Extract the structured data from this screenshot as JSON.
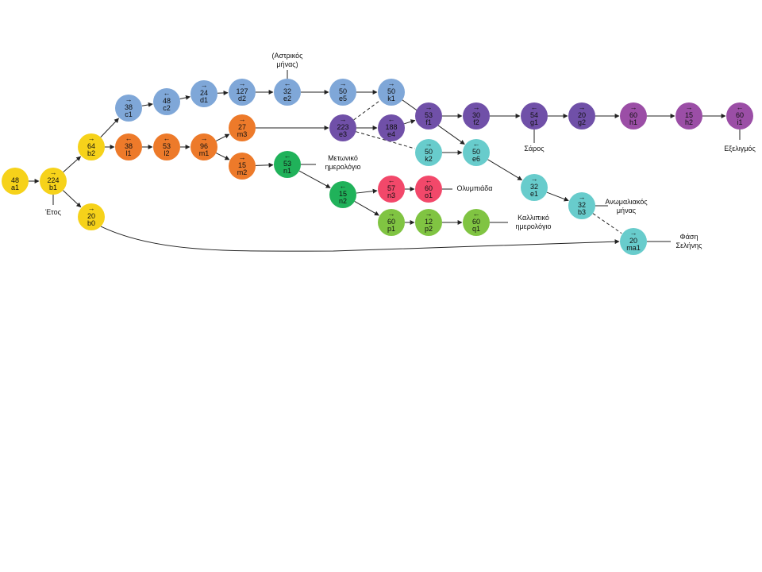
{
  "palette": {
    "yellow": "#F6D21A",
    "blue": "#7FA7D8",
    "orange": "#ED7A2A",
    "purple": "#7050A8",
    "teal": "#68CCCC",
    "green": "#20B25A",
    "red": "#F2486A",
    "lightgreen": "#80C442",
    "magenta": "#9B4EA6"
  },
  "nodes": [
    {
      "id": "a1",
      "value": "48",
      "label": "a1",
      "dir": "",
      "color": "yellow"
    },
    {
      "id": "b1",
      "value": "224",
      "label": "b1",
      "dir": "→",
      "color": "yellow"
    },
    {
      "id": "b2",
      "value": "64",
      "label": "b2",
      "dir": "→",
      "color": "yellow"
    },
    {
      "id": "b0",
      "value": "20",
      "label": "b0",
      "dir": "→",
      "color": "yellow"
    },
    {
      "id": "c1",
      "value": "38",
      "label": "c1",
      "dir": "→",
      "color": "blue"
    },
    {
      "id": "c2",
      "value": "48",
      "label": "c2",
      "dir": "←",
      "color": "blue"
    },
    {
      "id": "d1",
      "value": "24",
      "label": "d1",
      "dir": "→",
      "color": "blue"
    },
    {
      "id": "d2",
      "value": "127",
      "label": "d2",
      "dir": "→",
      "color": "blue"
    },
    {
      "id": "e2",
      "value": "32",
      "label": "e2",
      "dir": "←",
      "color": "blue"
    },
    {
      "id": "e5",
      "value": "50",
      "label": "e5",
      "dir": "→",
      "color": "blue"
    },
    {
      "id": "k1",
      "value": "50",
      "label": "k1",
      "dir": "→",
      "color": "blue"
    },
    {
      "id": "l1",
      "value": "38",
      "label": "l1",
      "dir": "←",
      "color": "orange"
    },
    {
      "id": "l2",
      "value": "53",
      "label": "l2",
      "dir": "←",
      "color": "orange"
    },
    {
      "id": "m1",
      "value": "96",
      "label": "m1",
      "dir": "→",
      "color": "orange"
    },
    {
      "id": "m3",
      "value": "27",
      "label": "m3",
      "dir": "→",
      "color": "orange"
    },
    {
      "id": "m2",
      "value": "15",
      "label": "m2",
      "dir": "→",
      "color": "orange"
    },
    {
      "id": "e3",
      "value": "223",
      "label": "e3",
      "dir": "→",
      "color": "purple"
    },
    {
      "id": "e4",
      "value": "188",
      "label": "e4",
      "dir": "←",
      "color": "purple"
    },
    {
      "id": "f1",
      "value": "53",
      "label": "f1",
      "dir": "→",
      "color": "purple"
    },
    {
      "id": "f2",
      "value": "30",
      "label": "f2",
      "dir": "→",
      "color": "purple"
    },
    {
      "id": "g1",
      "value": "54",
      "label": "g1",
      "dir": "←",
      "color": "purple"
    },
    {
      "id": "g2",
      "value": "20",
      "label": "g2",
      "dir": "→",
      "color": "purple"
    },
    {
      "id": "h1",
      "value": "60",
      "label": "h1",
      "dir": "→",
      "color": "magenta"
    },
    {
      "id": "h2",
      "value": "15",
      "label": "h2",
      "dir": "→",
      "color": "magenta"
    },
    {
      "id": "i1",
      "value": "60",
      "label": "i1",
      "dir": "←",
      "color": "magenta"
    },
    {
      "id": "k2",
      "value": "50",
      "label": "k2",
      "dir": "→",
      "color": "teal"
    },
    {
      "id": "e6",
      "value": "50",
      "label": "e6",
      "dir": "←",
      "color": "teal"
    },
    {
      "id": "e1",
      "value": "32",
      "label": "e1",
      "dir": "→",
      "color": "teal"
    },
    {
      "id": "b3",
      "value": "32",
      "label": "b3",
      "dir": "→",
      "color": "teal"
    },
    {
      "id": "ma1",
      "value": "20",
      "label": "ma1",
      "dir": "→",
      "color": "teal"
    },
    {
      "id": "n1",
      "value": "53",
      "label": "n1",
      "dir": "←",
      "color": "green"
    },
    {
      "id": "n2",
      "value": "15",
      "label": "n2",
      "dir": "←",
      "color": "green"
    },
    {
      "id": "n3",
      "value": "57",
      "label": "n3",
      "dir": "←",
      "color": "red"
    },
    {
      "id": "o1",
      "value": "60",
      "label": "o1",
      "dir": "←",
      "color": "red"
    },
    {
      "id": "p1",
      "value": "60",
      "label": "p1",
      "dir": "→",
      "color": "lightgreen"
    },
    {
      "id": "p2",
      "value": "12",
      "label": "p2",
      "dir": "→",
      "color": "lightgreen"
    },
    {
      "id": "q1",
      "value": "60",
      "label": "q1",
      "dir": "←",
      "color": "lightgreen"
    }
  ],
  "edges": [
    {
      "from": "a1",
      "to": "b1"
    },
    {
      "from": "b1",
      "to": "b2"
    },
    {
      "from": "b1",
      "to": "b0"
    },
    {
      "from": "b2",
      "to": "c1"
    },
    {
      "from": "b2",
      "to": "l1"
    },
    {
      "from": "c1",
      "to": "c2"
    },
    {
      "from": "c2",
      "to": "d1"
    },
    {
      "from": "d1",
      "to": "d2"
    },
    {
      "from": "d2",
      "to": "e2"
    },
    {
      "from": "e2",
      "to": "e5"
    },
    {
      "from": "e5",
      "to": "k1"
    },
    {
      "from": "k1",
      "to": "e6"
    },
    {
      "from": "l1",
      "to": "l2"
    },
    {
      "from": "l2",
      "to": "m1"
    },
    {
      "from": "m1",
      "to": "m3"
    },
    {
      "from": "m1",
      "to": "m2"
    },
    {
      "from": "m3",
      "to": "e3"
    },
    {
      "from": "m2",
      "to": "n1"
    },
    {
      "from": "e3",
      "to": "e4"
    },
    {
      "from": "e4",
      "to": "f1"
    },
    {
      "from": "f1",
      "to": "f2"
    },
    {
      "from": "f2",
      "to": "g1"
    },
    {
      "from": "g1",
      "to": "g2"
    },
    {
      "from": "g2",
      "to": "h1"
    },
    {
      "from": "h1",
      "to": "h2"
    },
    {
      "from": "h2",
      "to": "i1"
    },
    {
      "from": "k2",
      "to": "e6"
    },
    {
      "from": "e6",
      "to": "e1"
    },
    {
      "from": "e1",
      "to": "b3"
    },
    {
      "from": "n1",
      "to": "n2"
    },
    {
      "from": "n2",
      "to": "n3"
    },
    {
      "from": "n3",
      "to": "o1"
    },
    {
      "from": "n2",
      "to": "p1"
    },
    {
      "from": "p1",
      "to": "p2"
    },
    {
      "from": "p2",
      "to": "q1"
    },
    {
      "from": "b0",
      "to": "ma1"
    },
    {
      "from": "e3",
      "to": "k1",
      "dashed": true
    },
    {
      "from": "e3",
      "to": "k2",
      "dashed": true
    },
    {
      "from": "b3",
      "to": "ma1",
      "dashed": true
    }
  ],
  "annotations": [
    {
      "id": "etos",
      "lines": [
        "Έτος"
      ],
      "target": "b1"
    },
    {
      "id": "astrikos",
      "lines": [
        "(Αστρικός",
        "μήνας)"
      ],
      "target": "e2"
    },
    {
      "id": "metoniko",
      "lines": [
        "Μετωνικό",
        "ημερολόγιο"
      ],
      "target": "n1"
    },
    {
      "id": "olympiada",
      "lines": [
        "Ολυμπιάδα"
      ],
      "target": "o1"
    },
    {
      "id": "kallippiko",
      "lines": [
        "Καλλιπικό",
        "ημερολόγιο"
      ],
      "target": "q1"
    },
    {
      "id": "saros",
      "lines": [
        "Σάρος"
      ],
      "target": "g1"
    },
    {
      "id": "exeligmos",
      "lines": [
        "Εξελιγμός"
      ],
      "target": "i1"
    },
    {
      "id": "anomaliakos",
      "lines": [
        "Ανωμαλιακός",
        "μήνας"
      ],
      "target": "b3"
    },
    {
      "id": "fasi",
      "lines": [
        "Φάση",
        "Σελήνης"
      ],
      "target": "ma1"
    }
  ]
}
